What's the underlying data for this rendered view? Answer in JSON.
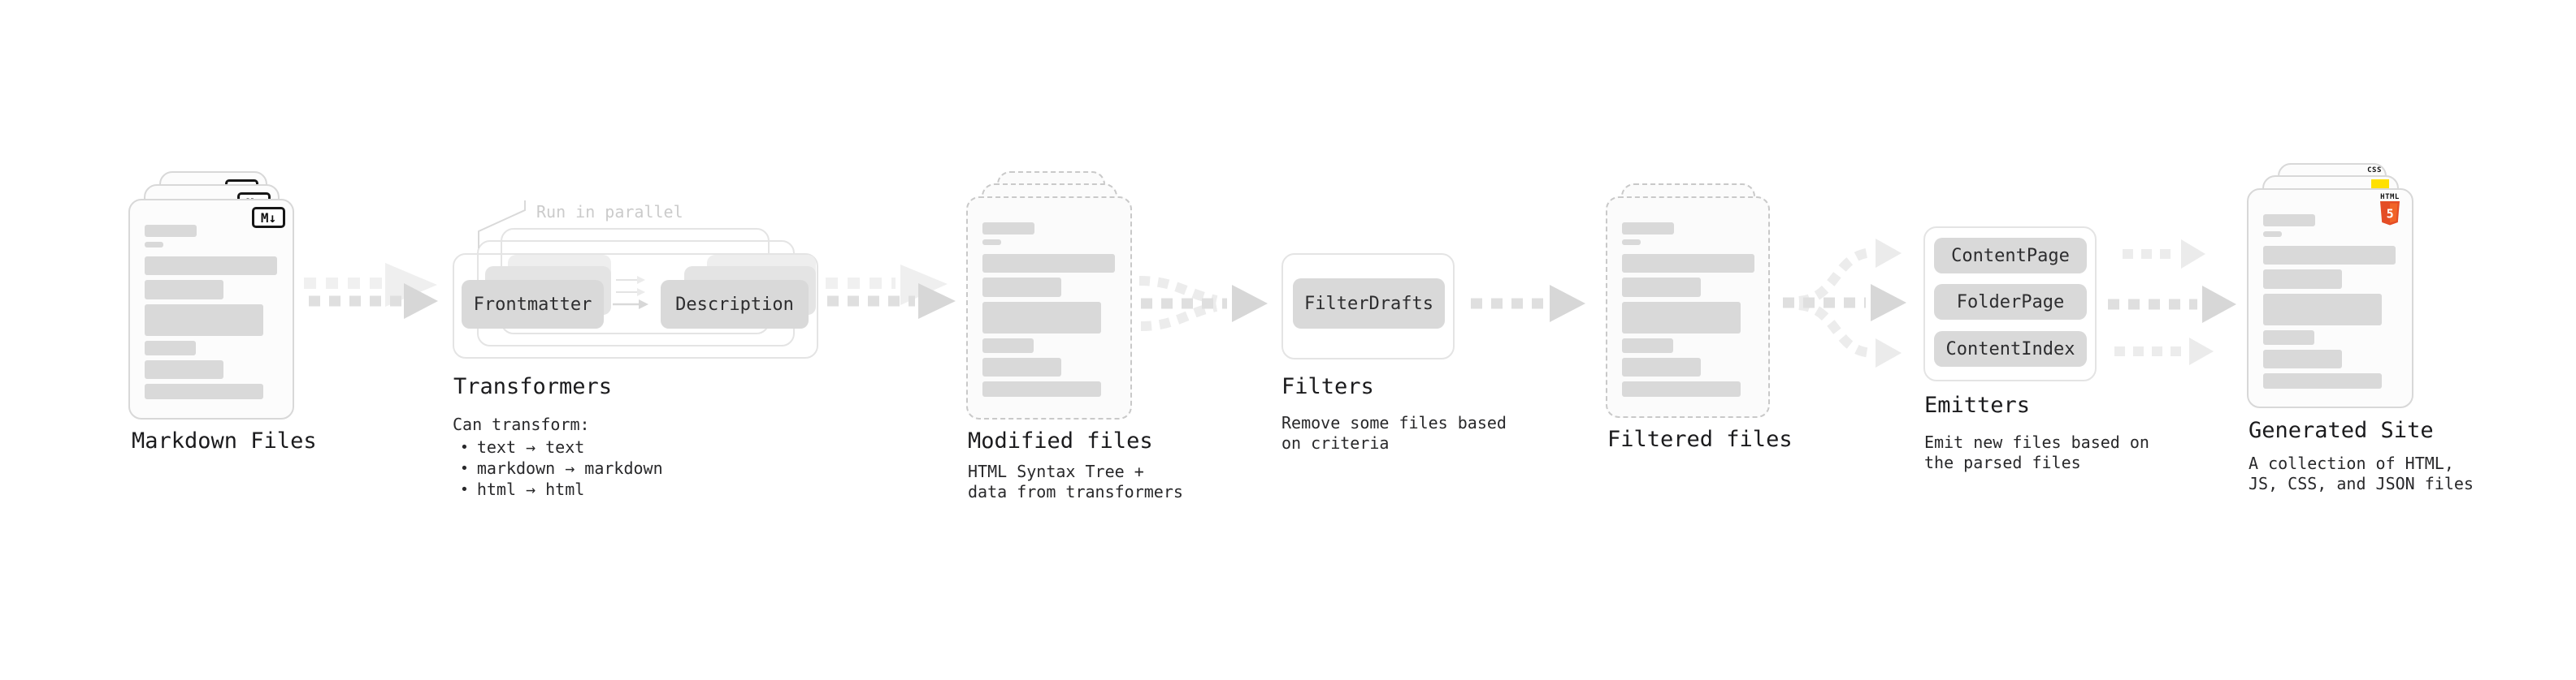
{
  "stages": {
    "markdown_files": {
      "title": "Markdown Files"
    },
    "transformers": {
      "title": "Transformers",
      "annotation": "Run in parallel",
      "pill_left": "Frontmatter",
      "pill_right": "Description",
      "desc_heading": "Can transform:",
      "bullets": [
        "text → text",
        "markdown → markdown",
        "html → html"
      ]
    },
    "modified_files": {
      "title": "Modified files",
      "desc_line1": "HTML Syntax Tree +",
      "desc_line2": "data from transformers"
    },
    "filters": {
      "title": "Filters",
      "pill": "FilterDrafts",
      "desc_line1": "Remove some files based",
      "desc_line2": "on criteria"
    },
    "filtered_files": {
      "title": "Filtered files"
    },
    "emitters": {
      "title": "Emitters",
      "pills": [
        "ContentPage",
        "FolderPage",
        "ContentIndex"
      ],
      "desc_line1": "Emit new files based on",
      "desc_line2": "the parsed files"
    },
    "generated_site": {
      "title": "Generated Site",
      "desc_line1": "A collection of HTML,",
      "desc_line2": "JS, CSS, and JSON files"
    }
  },
  "glyphs": {
    "bullet": "•",
    "markdown_badge": "M↓",
    "html5_label": "HTML",
    "html5_number": "5",
    "css_badge": "CSS"
  },
  "colors": {
    "html5_orange": "#E44D26",
    "html5_orange_light": "#F16529",
    "js_yellow": "#FFE001",
    "css_blue": "#2F6BF2",
    "pill_gray": "#D9D9D9",
    "arrow_gray": "#DFDFDF",
    "arrow_ghost": "#F0F0F0",
    "text_dark": "#1B1B1D"
  }
}
